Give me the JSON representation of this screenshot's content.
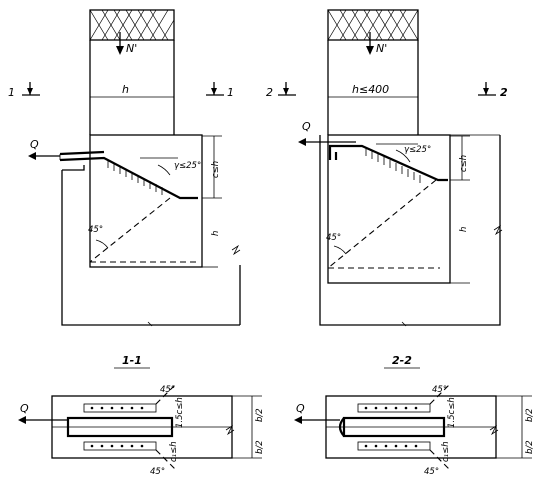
{
  "left": {
    "force_label": "N'",
    "width_label": "h",
    "section_mark_left": "1",
    "section_mark_right": "1",
    "shear_label": "Q",
    "angle_top_label": "γ≤25°",
    "angle_bottom_label": "45°",
    "embed_label": "c≤h",
    "depth_label": "h"
  },
  "right": {
    "force_label": "N'",
    "width_label": "h≤400",
    "section_mark_left": "2",
    "section_mark_right": "2",
    "shear_label": "Q",
    "angle_top_label": "γ≤25°",
    "angle_bottom_label": "45°",
    "embed_label": "c≤h",
    "depth_label": "h"
  },
  "section_left": {
    "title": "1-1",
    "shear_label": "Q",
    "angle_top_label": "45°",
    "angle_bottom_label": "45°",
    "dim_label_1": "c₁≤h",
    "dim_label_2": "1.5c≤h",
    "half_top": "b/2",
    "half_bottom": "b/2"
  },
  "section_right": {
    "title": "2-2",
    "shear_label": "Q",
    "angle_top_label": "45°",
    "angle_bottom_label": "45°",
    "dim_label_1": "c₁≤h",
    "dim_label_2": "1.5c≤h",
    "half_top": "b/2",
    "half_bottom": "b/2"
  }
}
